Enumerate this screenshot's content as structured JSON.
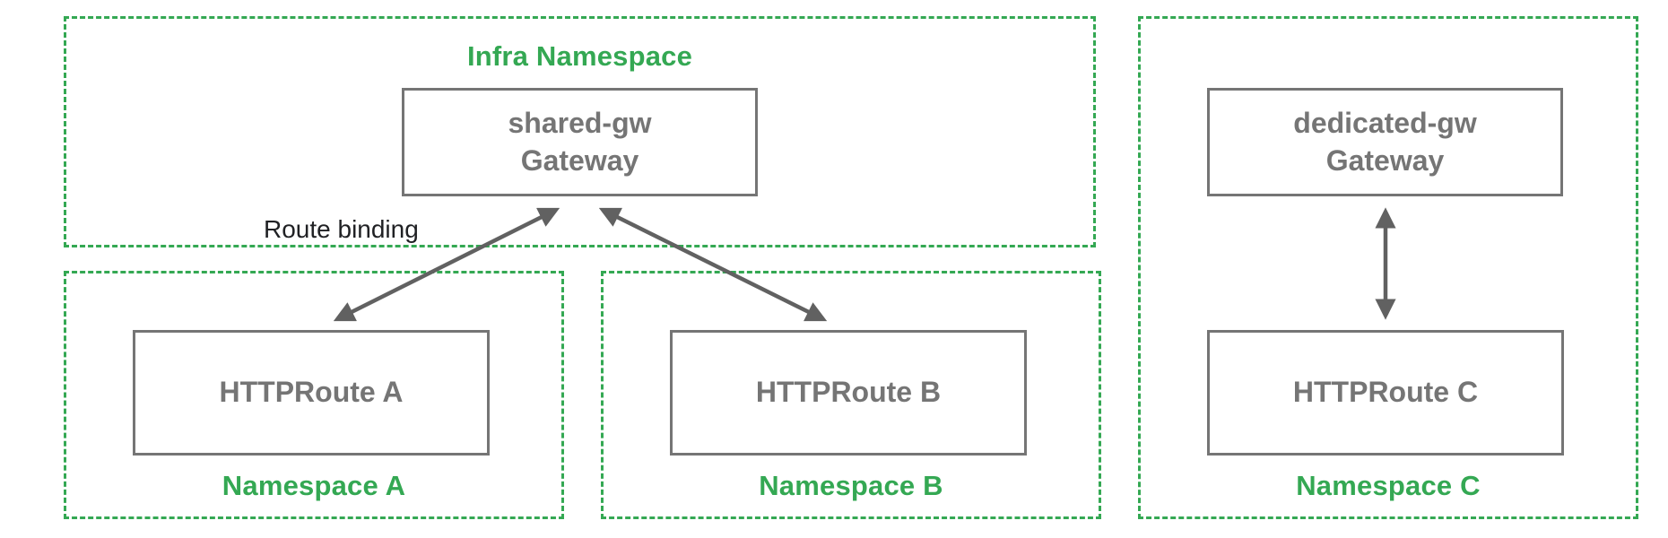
{
  "colors": {
    "green": "#34A853",
    "gray_border": "#757575",
    "gray_text": "#757575",
    "arrow": "#616161",
    "annotation": "#202124"
  },
  "infra": {
    "label": "Infra Namespace",
    "gateway": {
      "name": "shared-gw",
      "kind": "Gateway"
    }
  },
  "annotation": {
    "route_binding": "Route binding"
  },
  "namespace_a": {
    "label": "Namespace A",
    "route": "HTTPRoute A"
  },
  "namespace_b": {
    "label": "Namespace B",
    "route": "HTTPRoute B"
  },
  "namespace_c": {
    "label": "Namespace C",
    "gateway": {
      "name": "dedicated-gw",
      "kind": "Gateway"
    },
    "route": "HTTPRoute C"
  }
}
